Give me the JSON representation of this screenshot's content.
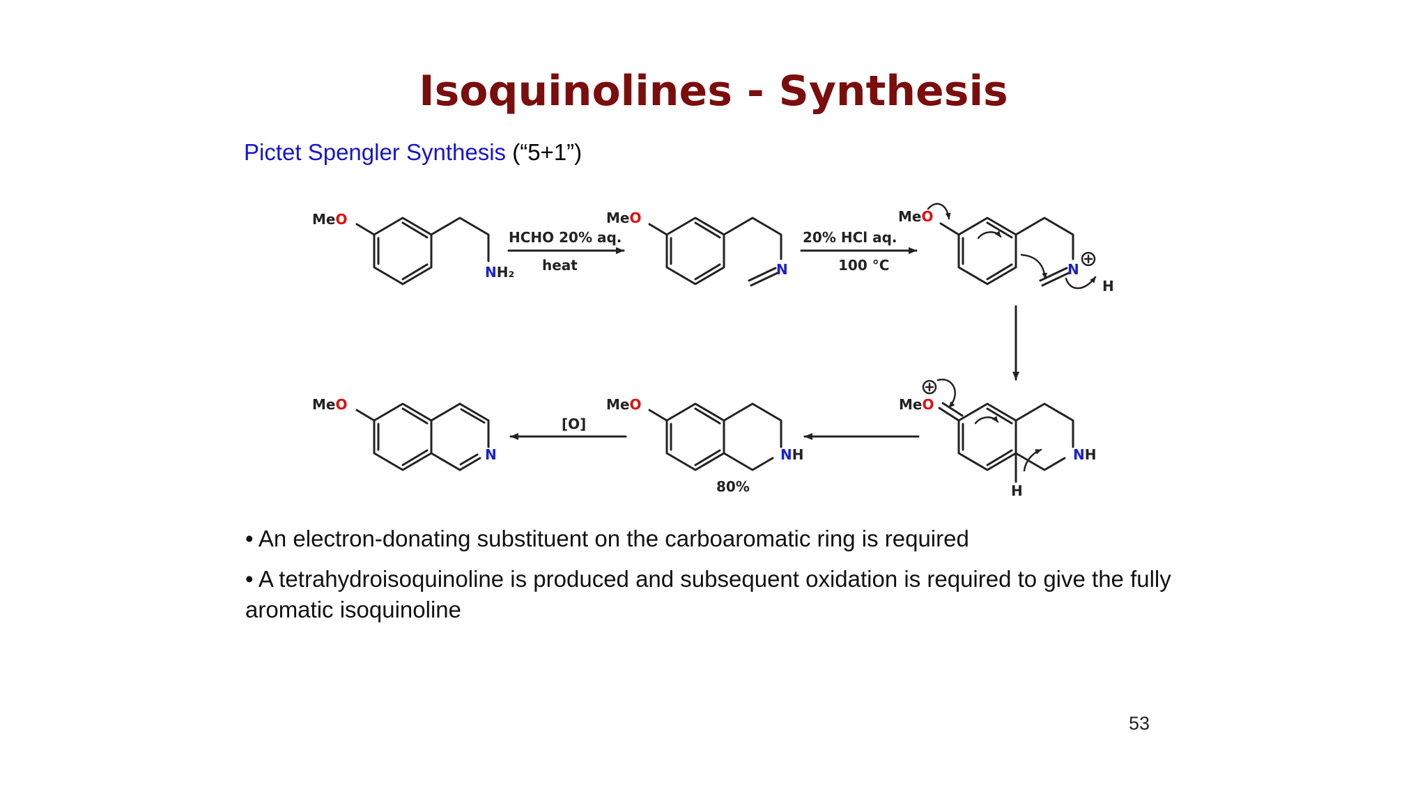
{
  "slide": {
    "title": "Isoquinolines - Synthesis",
    "subtitle_name": "Pictet Spengler Synthesis",
    "subtitle_note": "(“5+1”)",
    "page_number": "53"
  },
  "reaction": {
    "step1_reagent": "HCHO 20% aq.",
    "step1_condition": "heat",
    "step2_reagent": "20% HCl aq.",
    "step2_condition": "100 °C",
    "step3_reagent": "[O]",
    "yield": "80%"
  },
  "atoms": {
    "methoxy_me": "Me",
    "oxygen": "O",
    "nitrogen": "N",
    "hydrogen": "H",
    "amine_h": "H₂"
  },
  "bullets": [
    "• An electron-donating substituent on the carboaromatic ring is required",
    "• A tetrahydroisoquinoline is produced and subsequent oxidation is required to give the fully aromatic isoquinoline"
  ],
  "colors": {
    "title": "#7b0d0d",
    "subtitle": "#1515cc",
    "oxygen": "#e01010",
    "nitrogen": "#1a20d0"
  }
}
